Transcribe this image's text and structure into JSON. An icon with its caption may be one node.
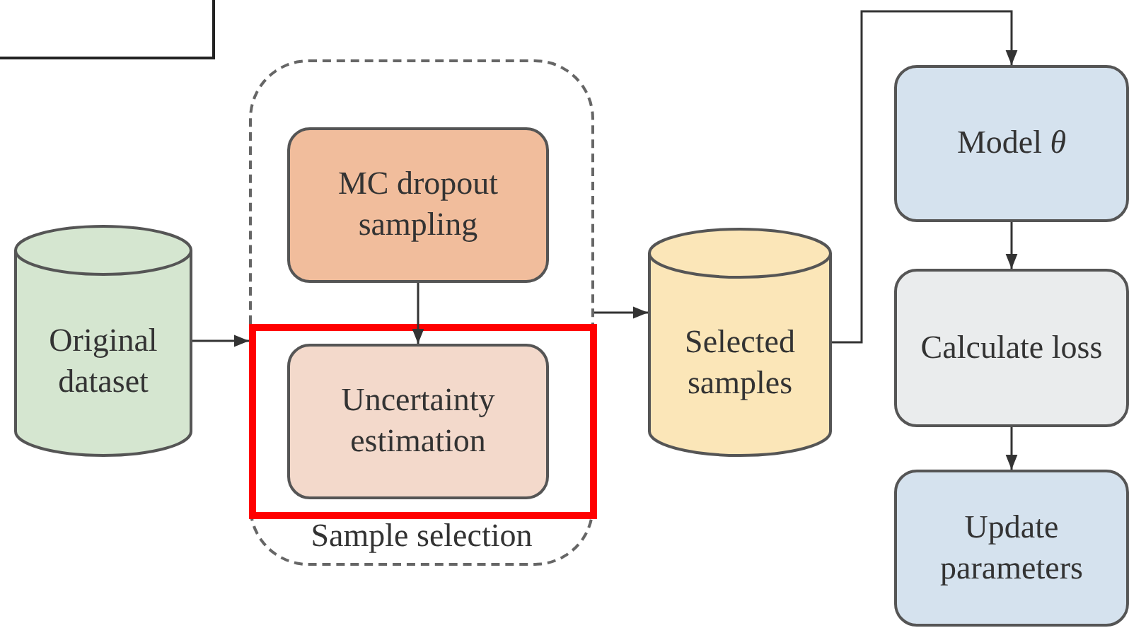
{
  "diagram": {
    "nodes": [
      {
        "text": [
          "Original dataset"
        ]
      },
      {
        "text": [
          "Sample selection"
        ]
      },
      {
        "text": [
          "MC dropout sampling"
        ],
        "in": 1
      },
      {
        "text": [
          "Uncertainty estimation"
        ],
        "in": 4
      },
      {
        "text": [],
        "shape": "box",
        "in": 1
      },
      {
        "text": [
          "Selected samples"
        ]
      },
      {
        "text": [
          "Model *θ*"
        ]
      },
      {
        "text": [
          "Calculate loss"
        ]
      },
      {
        "text": [
          "Update parameters"
        ]
      },
      {
        "text": [],
        "shape": "box"
      }
    ],
    "edges": [
      {
        "from": 0,
        "to": 1,
        "arrow": "to"
      },
      {
        "from": 2,
        "to": 3,
        "arrow": "to"
      },
      {
        "from": 1,
        "to": 5,
        "arrow": "to"
      },
      {
        "from": 5,
        "to": 6,
        "arrow": "to"
      },
      {
        "from": 6,
        "to": 7,
        "arrow": "to"
      },
      {
        "from": 7,
        "to": 8,
        "arrow": "to"
      }
    ]
  }
}
